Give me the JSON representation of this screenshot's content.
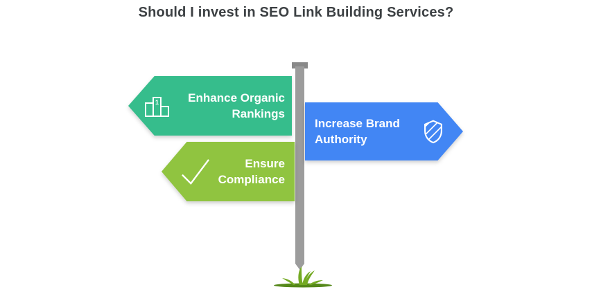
{
  "title": "Should I invest in SEO Link Building Services?",
  "title_color": "#3c4043",
  "background": "#ffffff",
  "signs": [
    {
      "label": "Enhance Organic Rankings",
      "color": "#36bd8c",
      "icon": "podium-icon",
      "direction": "left"
    },
    {
      "label": "Ensure Compliance",
      "color": "#90c440",
      "icon": "check-icon",
      "direction": "left"
    },
    {
      "label": "Increase Brand Authority",
      "color": "#4286f4",
      "icon": "shield-icon",
      "direction": "right"
    }
  ],
  "pole": {
    "color": "#9c9c9c",
    "cap_color": "#898989"
  },
  "grass": {
    "blade_color": "#74aa23",
    "base_color": "#55881a"
  }
}
